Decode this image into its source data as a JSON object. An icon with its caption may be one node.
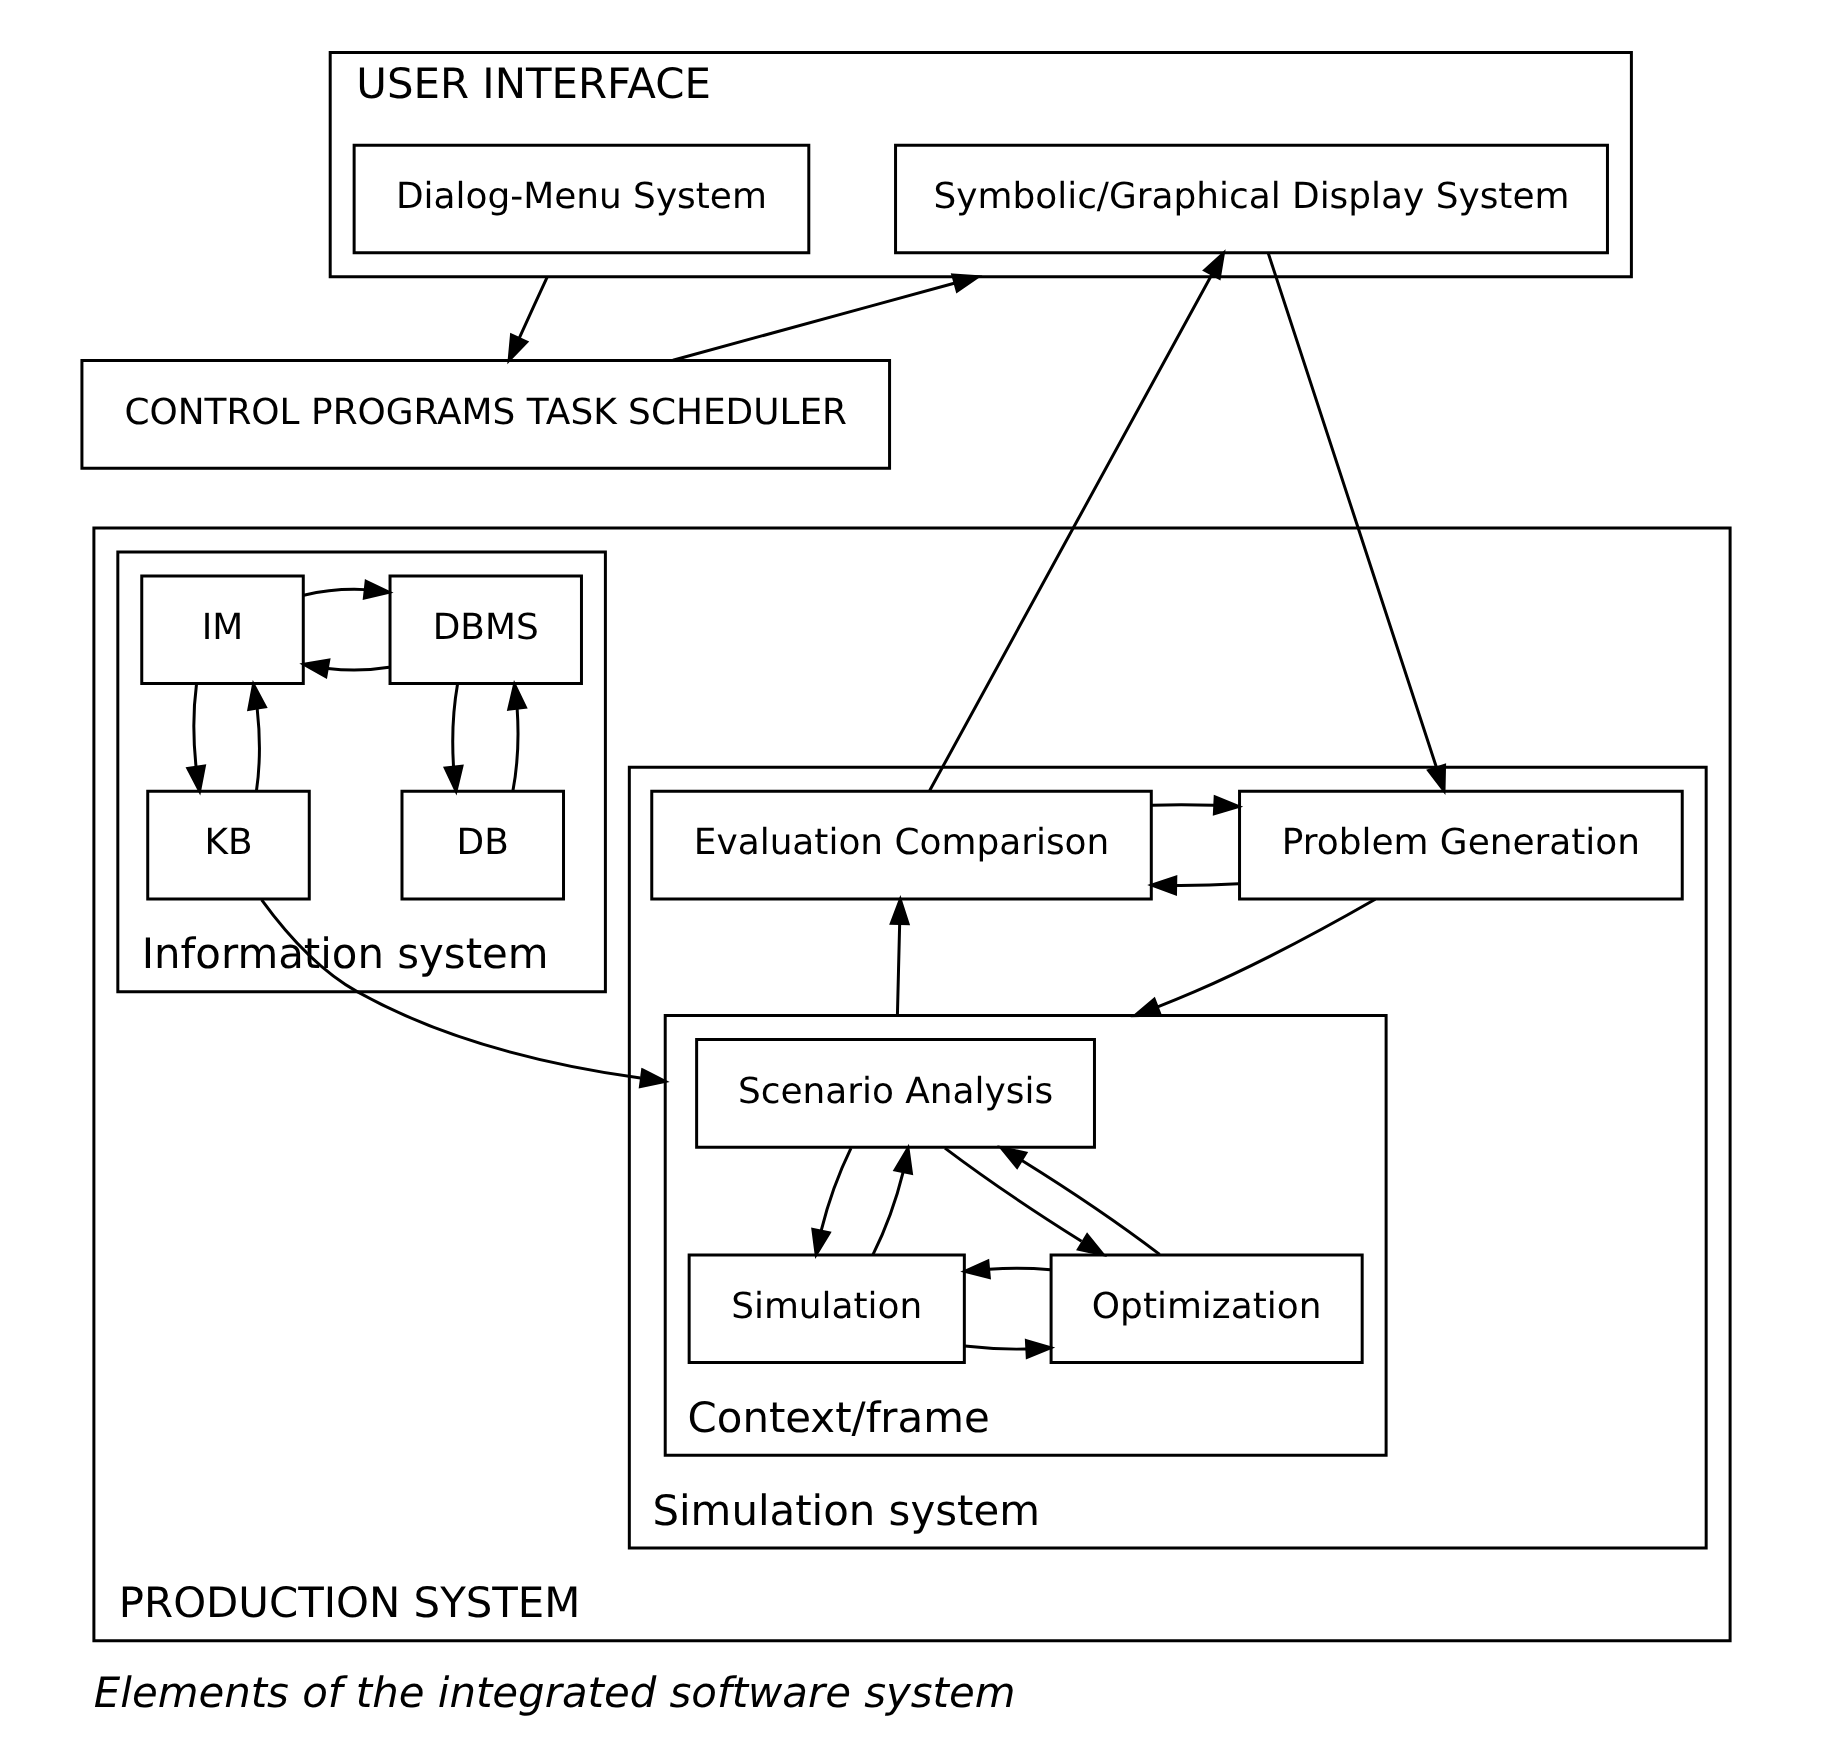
{
  "diagram": {
    "caption": "Elements of the integrated software system",
    "nodes": [
      {
        "text": [
          "USER INTERFACE"
        ]
      },
      {
        "text": [
          "Dialog-Menu System"
        ],
        "in": 0
      },
      {
        "text": [
          "Symbolic/Graphical Display System"
        ],
        "in": 0
      },
      {
        "text": [
          "CONTROL PROGRAMS TASK SCHEDULER"
        ]
      },
      {
        "text": [
          "PRODUCTION SYSTEM"
        ]
      },
      {
        "text": [
          "Information system"
        ],
        "in": 4
      },
      {
        "text": [
          "DBMS"
        ],
        "in": 5
      },
      {
        "text": [
          "IM"
        ],
        "in": 5
      },
      {
        "text": [
          "DB"
        ],
        "in": 5
      },
      {
        "text": [
          "KB"
        ],
        "in": 5
      },
      {
        "text": [
          "Simulation system"
        ],
        "in": 4
      },
      {
        "text": [
          "Problem Generation"
        ],
        "in": 10
      },
      {
        "text": [
          "Evaluation Comparison"
        ],
        "in": 10
      },
      {
        "text": [
          "Context/frame"
        ],
        "in": 10
      },
      {
        "text": [
          "Scenario Analysis"
        ],
        "in": 13
      },
      {
        "text": [
          "Simulation"
        ],
        "in": 13
      },
      {
        "text": [
          "Optimization"
        ],
        "in": 13
      }
    ],
    "edges": [
      {
        "from": 3,
        "to": 0,
        "arrow": "to"
      },
      {
        "from": 0,
        "to": 3,
        "arrow": "to"
      },
      {
        "from": 2,
        "to": 11,
        "arrow": "to"
      },
      {
        "from": 12,
        "to": 2,
        "arrow": "to"
      },
      {
        "from": 6,
        "to": 7,
        "arrow": "to"
      },
      {
        "from": 7,
        "to": 6,
        "arrow": "to"
      },
      {
        "from": 8,
        "to": 6,
        "arrow": "to"
      },
      {
        "from": 6,
        "to": 8,
        "arrow": "to"
      },
      {
        "from": 9,
        "to": 7,
        "arrow": "to"
      },
      {
        "from": 7,
        "to": 9,
        "arrow": "to"
      },
      {
        "from": 9,
        "to": 13,
        "arrow": "to"
      },
      {
        "from": 11,
        "to": 12,
        "arrow": "to"
      },
      {
        "from": 12,
        "to": 11,
        "arrow": "to"
      },
      {
        "from": 11,
        "to": 13,
        "arrow": "to"
      },
      {
        "from": 13,
        "to": 12,
        "arrow": "to"
      },
      {
        "from": 15,
        "to": 14,
        "arrow": "to"
      },
      {
        "from": 14,
        "to": 15,
        "arrow": "to"
      },
      {
        "from": 16,
        "to": 14,
        "arrow": "to"
      },
      {
        "from": 14,
        "to": 16,
        "arrow": "to"
      },
      {
        "from": 15,
        "to": 16,
        "arrow": "to"
      },
      {
        "from": 16,
        "to": 15,
        "arrow": "to"
      }
    ]
  }
}
